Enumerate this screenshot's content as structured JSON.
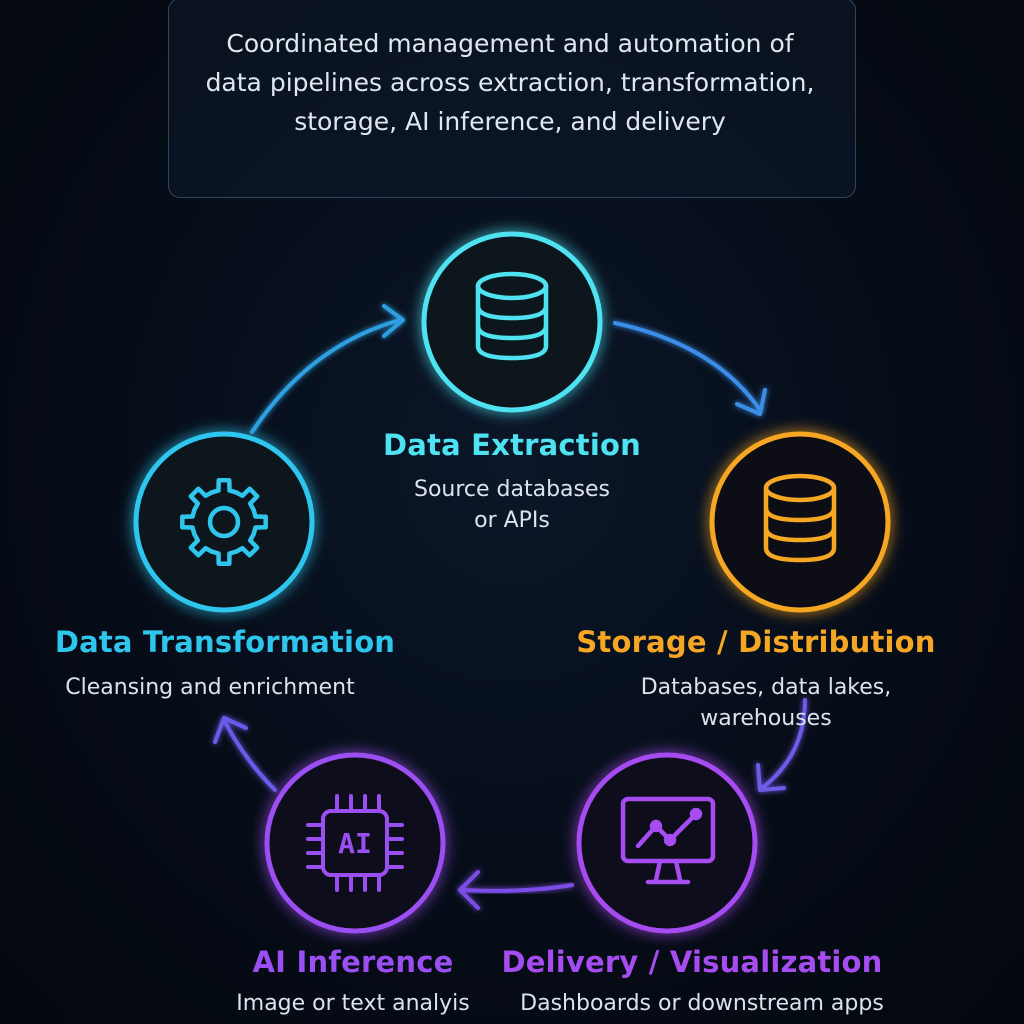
{
  "header": {
    "text": "Coordinated management and automation of data pipelines across extraction, transformation, storage, AI inference, and delivery"
  },
  "stages": [
    {
      "title": "Data Extraction",
      "description_lines": [
        "Source databases",
        "or APIs"
      ],
      "icon": "database-icon",
      "color": "#4fe3f2"
    },
    {
      "title": "Storage / Distribution",
      "description_lines": [
        "Databases, data lakes,",
        "warehouses"
      ],
      "icon": "database-icon",
      "color": "#f5a623"
    },
    {
      "title": "Delivery / Visualization",
      "description_lines": [
        "Dashboards or downstream apps"
      ],
      "icon": "monitor-chart-icon",
      "color": "#a64cf0"
    },
    {
      "title": "AI Inference",
      "description_lines": [
        "Image or text analyis"
      ],
      "icon": "ai-chip-icon",
      "color": "#9b4ff2",
      "icon_text": "AI"
    },
    {
      "title": "Data Transformation",
      "description_lines": [
        "Cleansing and enrichment"
      ],
      "icon": "gear-icon",
      "color": "#2fc6ee"
    }
  ]
}
